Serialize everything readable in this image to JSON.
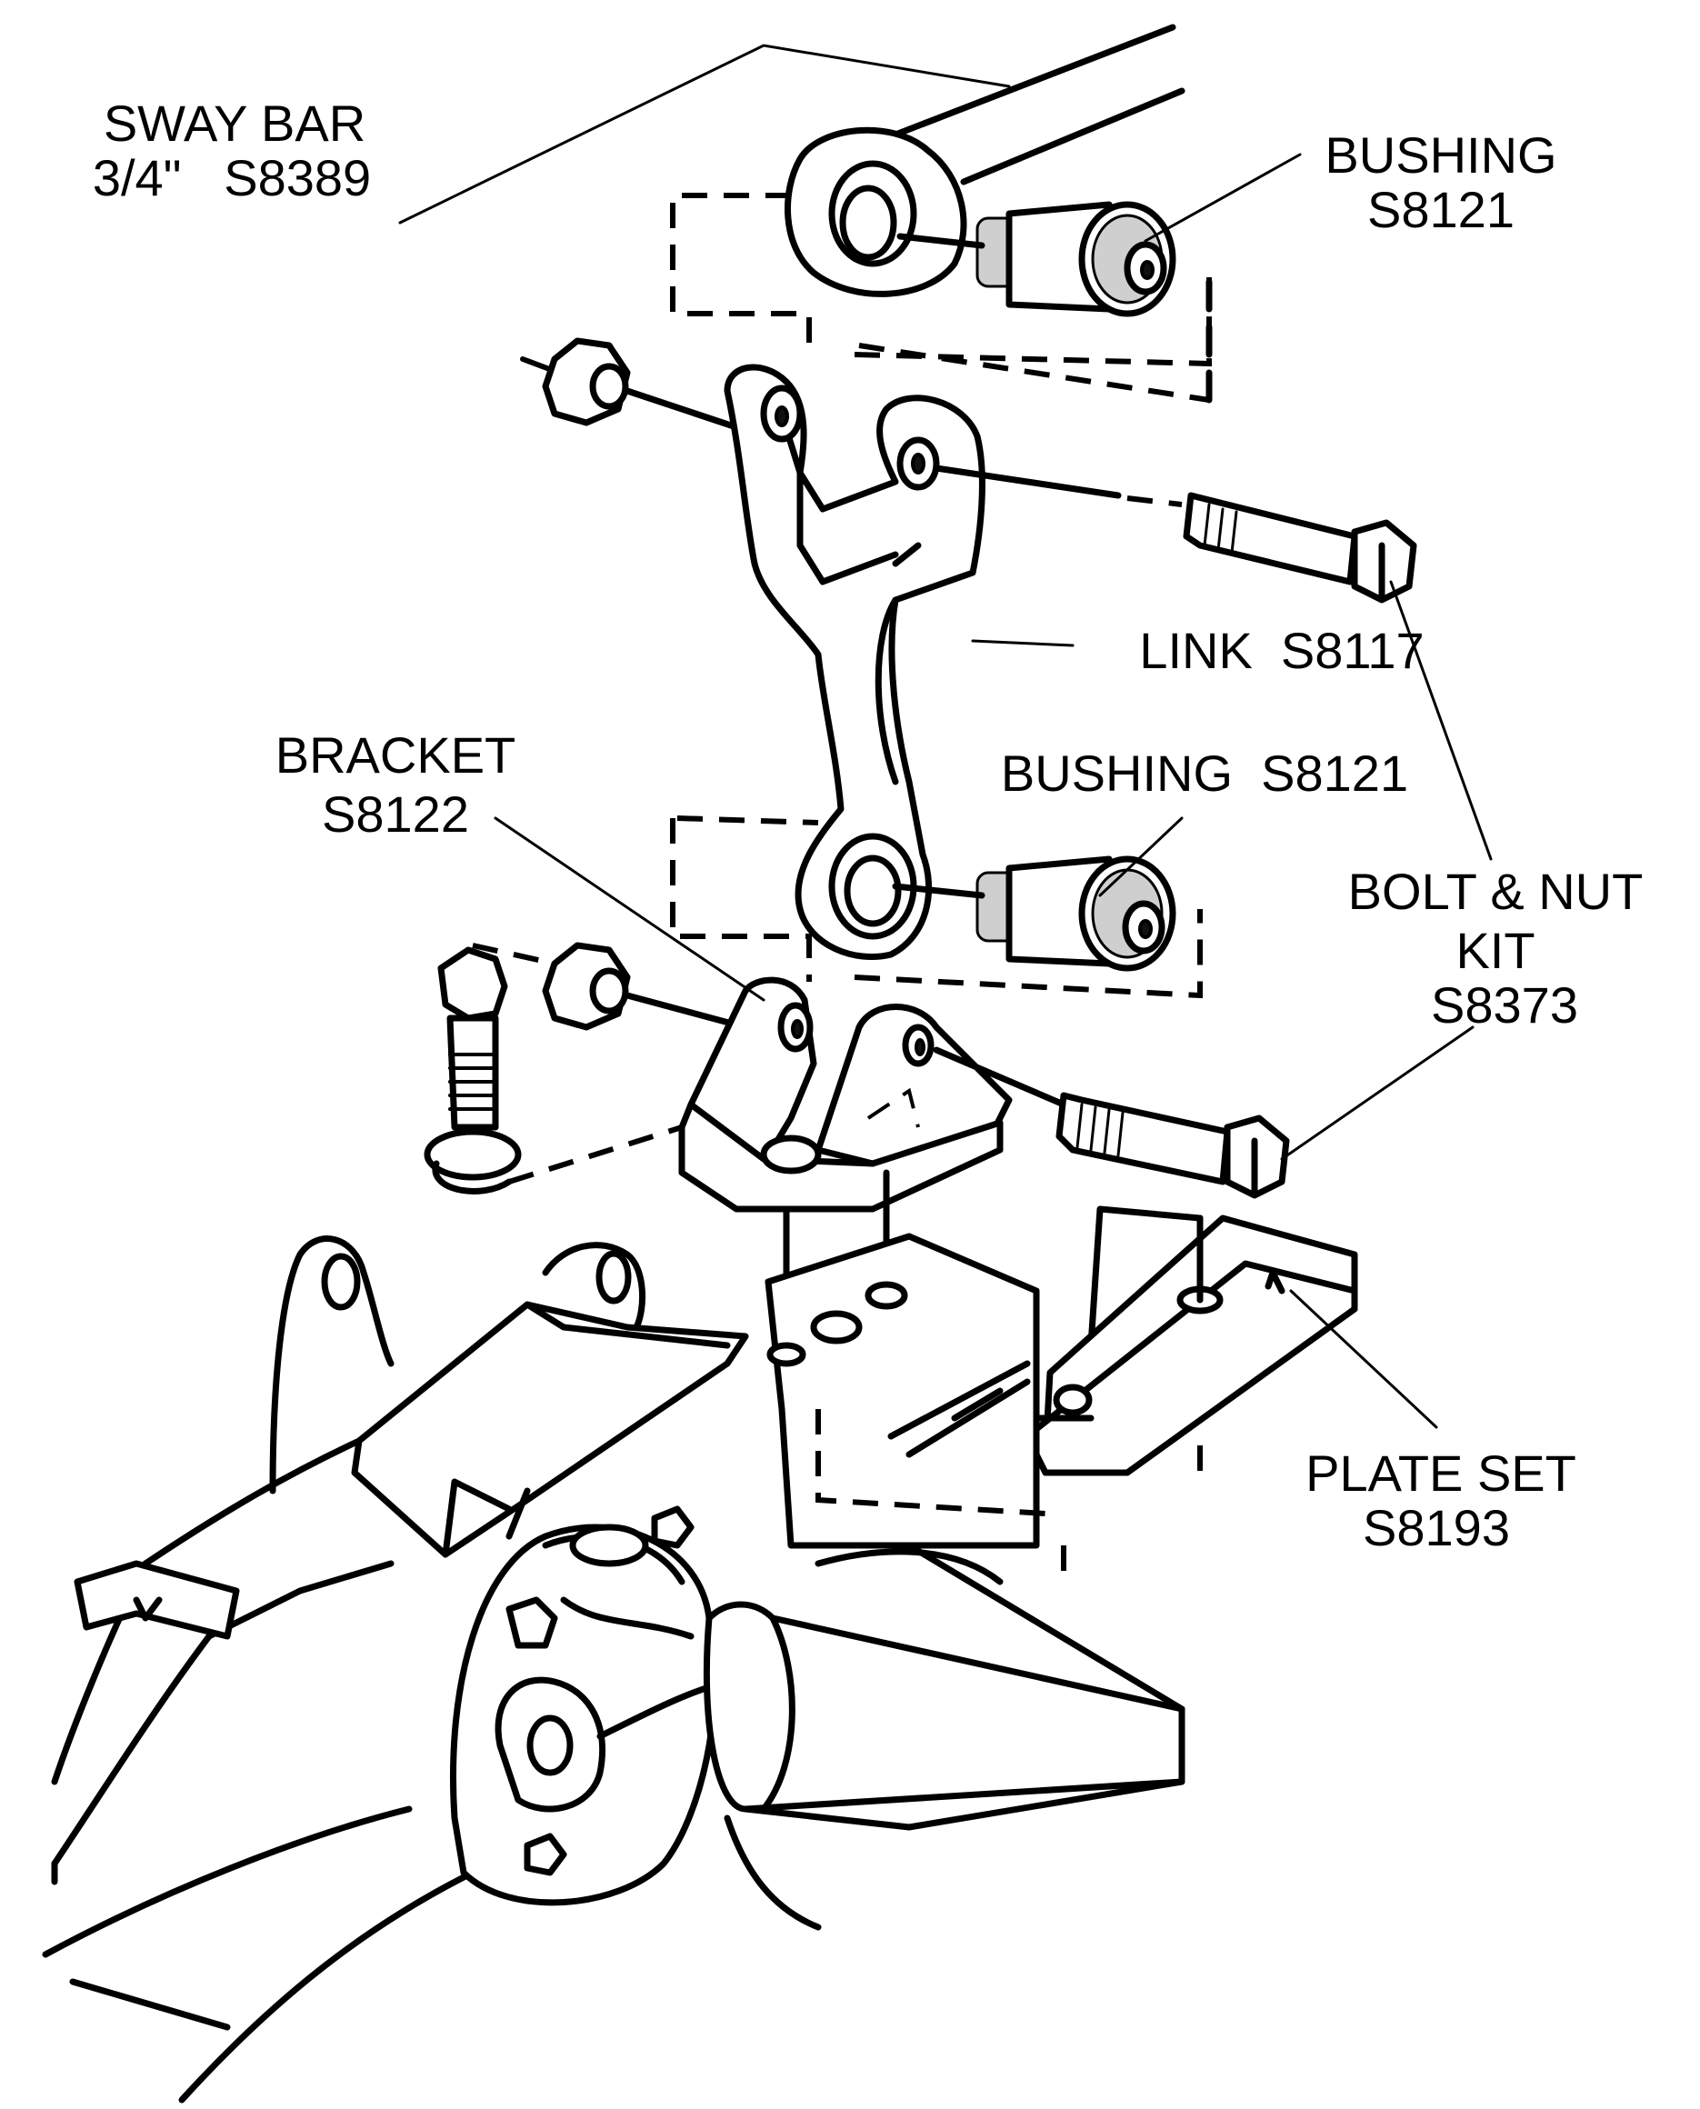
{
  "labels": {
    "sway_bar": {
      "name": "SWAY BAR",
      "part": "3/4\"   S8389"
    },
    "bushing_top": {
      "name": "BUSHING",
      "part": "S8121"
    },
    "link": {
      "text": "LINK  S8117"
    },
    "bracket": {
      "name": "BRACKET",
      "part": "S8122"
    },
    "bushing_mid": {
      "text": "BUSHING  S8121"
    },
    "bolt_nut_kit": {
      "line1": "BOLT & NUT",
      "line2": "KIT",
      "part": "S8373"
    },
    "plate_set": {
      "name": "PLATE SET",
      "part": "S8193"
    }
  }
}
